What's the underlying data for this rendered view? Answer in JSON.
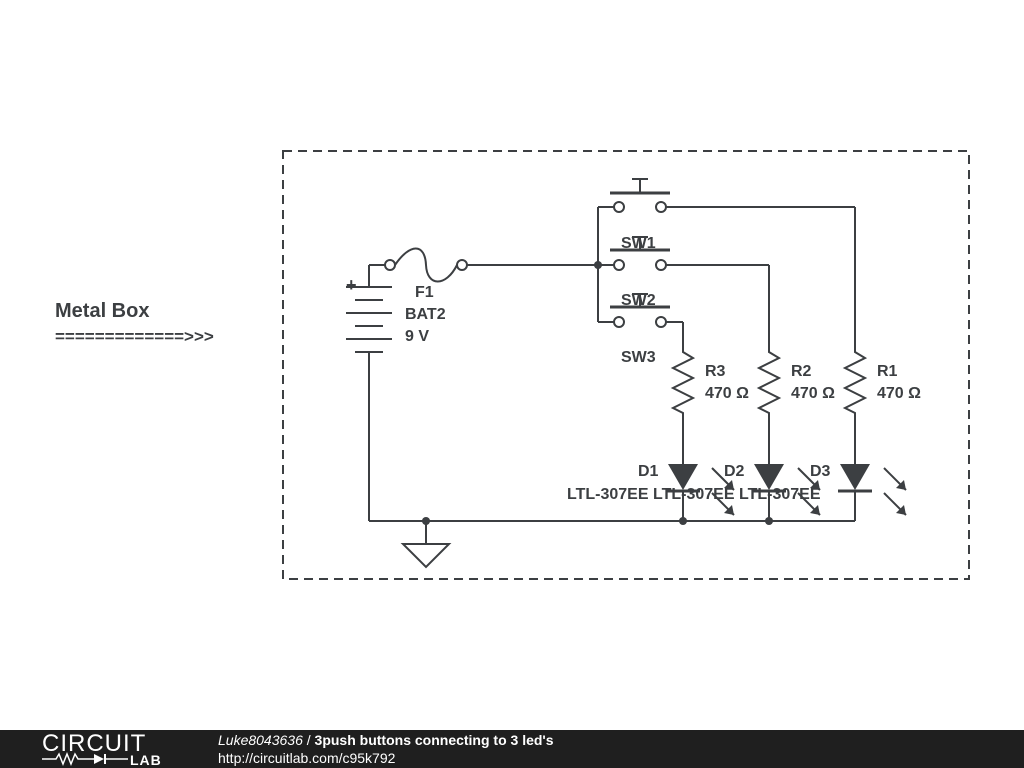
{
  "footer": {
    "brand_top": "CIRCUIT",
    "brand_bottom": "LAB",
    "author": "Luke8043636",
    "separator": " / ",
    "title": "3push buttons connecting to 3 led's",
    "url": "http://circuitlab.com/c95k792"
  },
  "annotation": {
    "heading": "Metal Box",
    "arrow": "=============>>>"
  },
  "components": {
    "fuse": "F1",
    "battery": {
      "name": "BAT2",
      "value": "9 V",
      "plus": "+"
    },
    "sw1": "SW1",
    "sw2": "SW2",
    "sw3": "SW3",
    "r1": {
      "name": "R1",
      "value": "470 Ω"
    },
    "r2": {
      "name": "R2",
      "value": "470 Ω"
    },
    "r3": {
      "name": "R3",
      "value": "470 Ω"
    },
    "d1": {
      "name": "D1",
      "part": "LTL-307EE"
    },
    "d2": {
      "name": "D2",
      "part": "LTL-307EE"
    },
    "d3": {
      "name": "D3",
      "part": "LTL-307EE"
    }
  },
  "colors": {
    "ink": "#3c3f42",
    "footer_bg": "#1f1f1f"
  }
}
